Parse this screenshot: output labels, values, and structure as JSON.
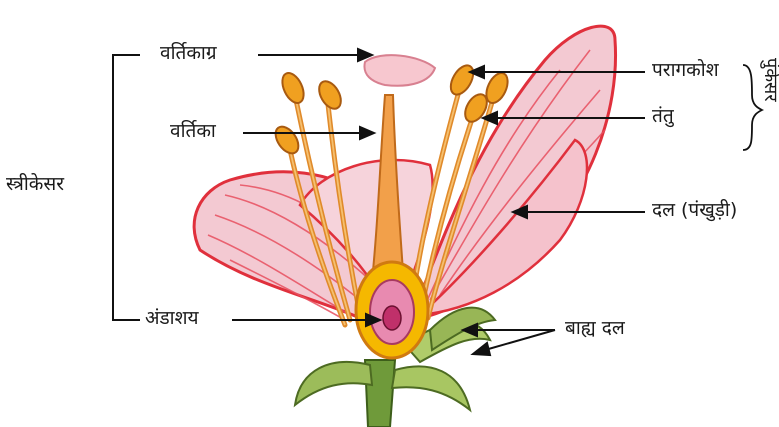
{
  "labels": {
    "stigma": "वर्तिकाग्र",
    "style": "वर्तिका",
    "pistil": "स्त्रीकेसर",
    "ovary": "अंडाशय",
    "anther": "परागकोश",
    "filament": "तंतु",
    "stamen": "पुंकेसर",
    "petal": "दल (पंखुड़ी)",
    "sepal": "बाह्य दल"
  },
  "colors": {
    "petal_fill": "#f3c9d2",
    "petal_stroke": "#e0303c",
    "stamen": "#e08a2a",
    "anther": "#f0a020",
    "ovary": "#f5b800",
    "sepal": "#9cbc5a",
    "stem": "#6f9a3a"
  }
}
